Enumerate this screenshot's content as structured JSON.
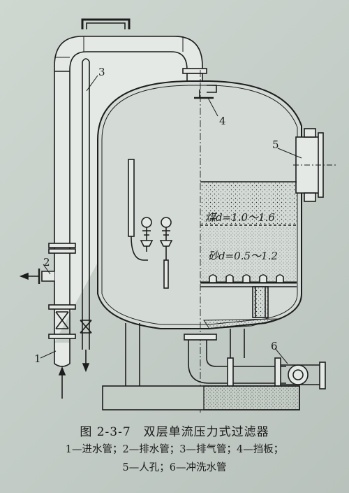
{
  "figure": {
    "number": "图 2-3-7",
    "title": "双层单流压力式过滤器"
  },
  "legend": {
    "line1": "1—进水管；2—排水管；3—排气管；4—挡板；",
    "line2": "5—人孔；6—冲洗水管"
  },
  "callouts": {
    "c1": "1",
    "c2": "2",
    "c3": "3",
    "c4": "4",
    "c5": "5",
    "c6": "6"
  },
  "layers": {
    "coal": "煤d=1.0～1.6",
    "sand": "砂d=0.5～1.2"
  },
  "colors": {
    "ink": "#1d1d1d",
    "paper": "#cfd7d1",
    "pipe_fill": "#e4e9e5"
  }
}
